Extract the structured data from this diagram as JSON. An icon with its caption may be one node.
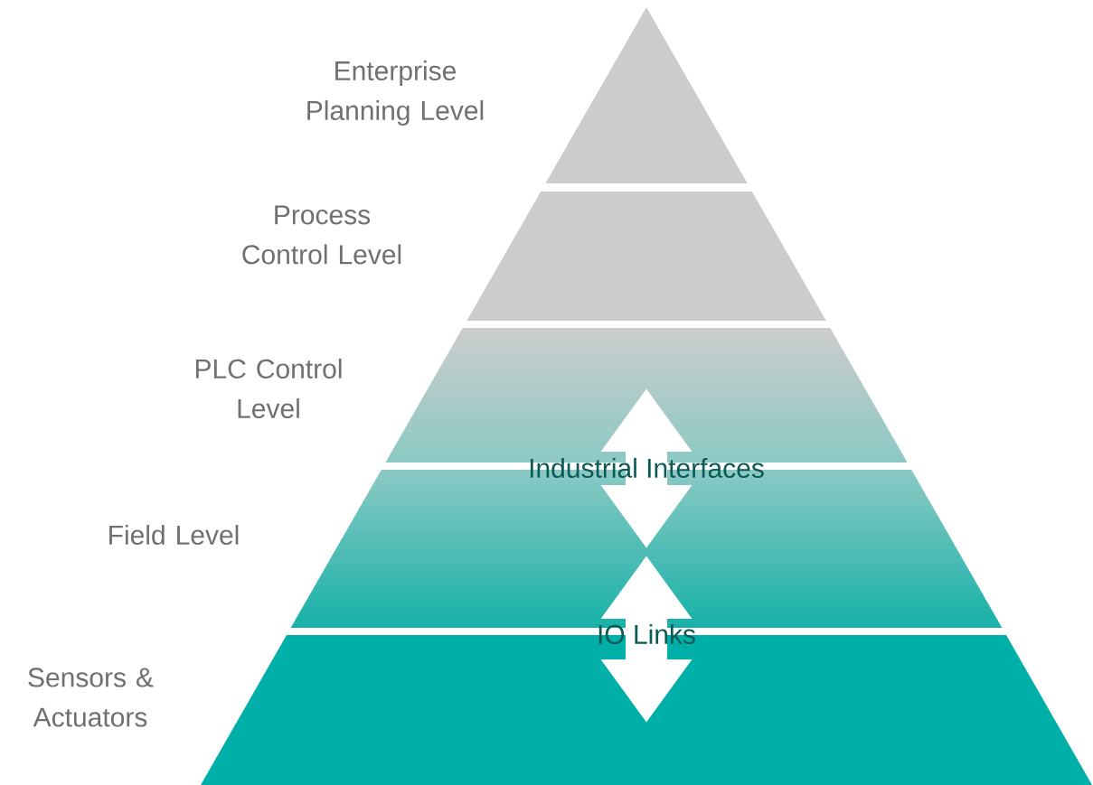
{
  "diagram": {
    "nodes": [
      {
        "text": [
          "Enterprise Planning Level"
        ]
      },
      {
        "text": [
          "Process Control Level"
        ]
      },
      {
        "text": [
          "PLC Control Level"
        ]
      },
      {
        "text": [
          "Field Level"
        ]
      },
      {
        "text": [
          "Sensors & Actuators"
        ]
      }
    ],
    "edges": [
      {
        "from": 2,
        "to": 3,
        "arrow": "both",
        "label": "Industrial Interfaces"
      },
      {
        "from": 3,
        "to": 4,
        "arrow": "both",
        "label": "IO Links"
      }
    ]
  }
}
